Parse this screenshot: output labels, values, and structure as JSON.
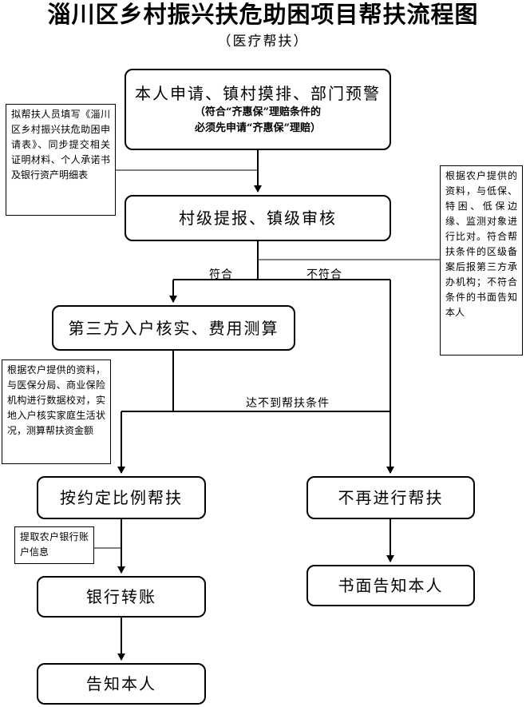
{
  "title": "淄川区乡村振兴扶危助困项目帮扶流程图",
  "subtitle": "（医疗帮扶）",
  "boxes": {
    "apply": {
      "main": "本人申请、镇村摸排、部门预警",
      "sub_line1": "（符合“齐惠保”理赔条件的",
      "sub_line2": "必须先申请“齐惠保”理赔）"
    },
    "village_report": "村级提报、镇级审核",
    "third_party": "第三方入户核实、费用测算",
    "proportional": "按约定比例帮扶",
    "no_more": "不再进行帮扶",
    "transfer": "银行转账",
    "notify_written": "书面告知本人",
    "notify": "告知本人"
  },
  "notes": {
    "left_1": "拟帮扶人员填写《淄川区乡村振兴扶危助困申请表》、同步提交相关证明材料、个人承诺书及银行资产明细表",
    "right_1": "根据农户提供的资料，与低保、特困、低保边缘、监测对象进行比对。符合帮扶条件的区级备案后报第三方承办机构；不符合条件的书面告知本人",
    "left_2": "根据农户提供的资料，与医保分局、商业保险机构进行数据校对，实地入户核实家庭生活状况，测算帮扶资金额",
    "left_3": "提取农户银行账户信息"
  },
  "labels": {
    "meets": "符合",
    "not_meet": "不符合",
    "not_reach": "达不到帮扶条件"
  }
}
